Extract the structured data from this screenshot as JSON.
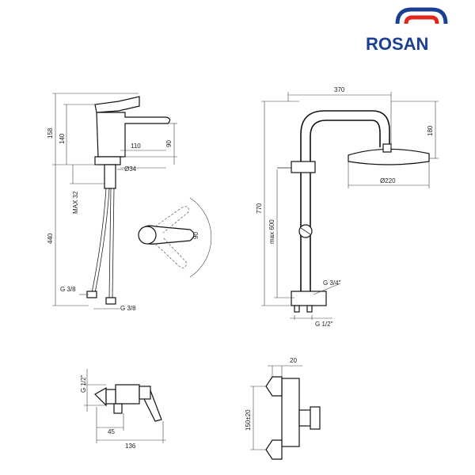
{
  "brand": {
    "name": "ROSAN",
    "color_blue": "#1b3f94",
    "color_red": "#e1251b"
  },
  "basin_mixer": {
    "dims": {
      "d158": "158",
      "d140": "140",
      "d110": "110",
      "d90": "90",
      "d34": "Ø34",
      "max32": "MAX 32",
      "d440": "440",
      "g38_left": "G 3/8",
      "g38_bottom": "G 3/8",
      "d90_handle": "90"
    }
  },
  "shower_column": {
    "dims": {
      "d370": "370",
      "d180": "180",
      "d220": "Ø220",
      "d770": "770",
      "max600": "max 600",
      "g34": "G 3/4\"",
      "g12": "G 1/2\""
    }
  },
  "shower_mixer": {
    "dims": {
      "g12": "G 1/2\"",
      "d45": "45",
      "d136": "136"
    }
  },
  "wall_mixer": {
    "dims": {
      "d20": "20",
      "d150": "150±20"
    }
  }
}
